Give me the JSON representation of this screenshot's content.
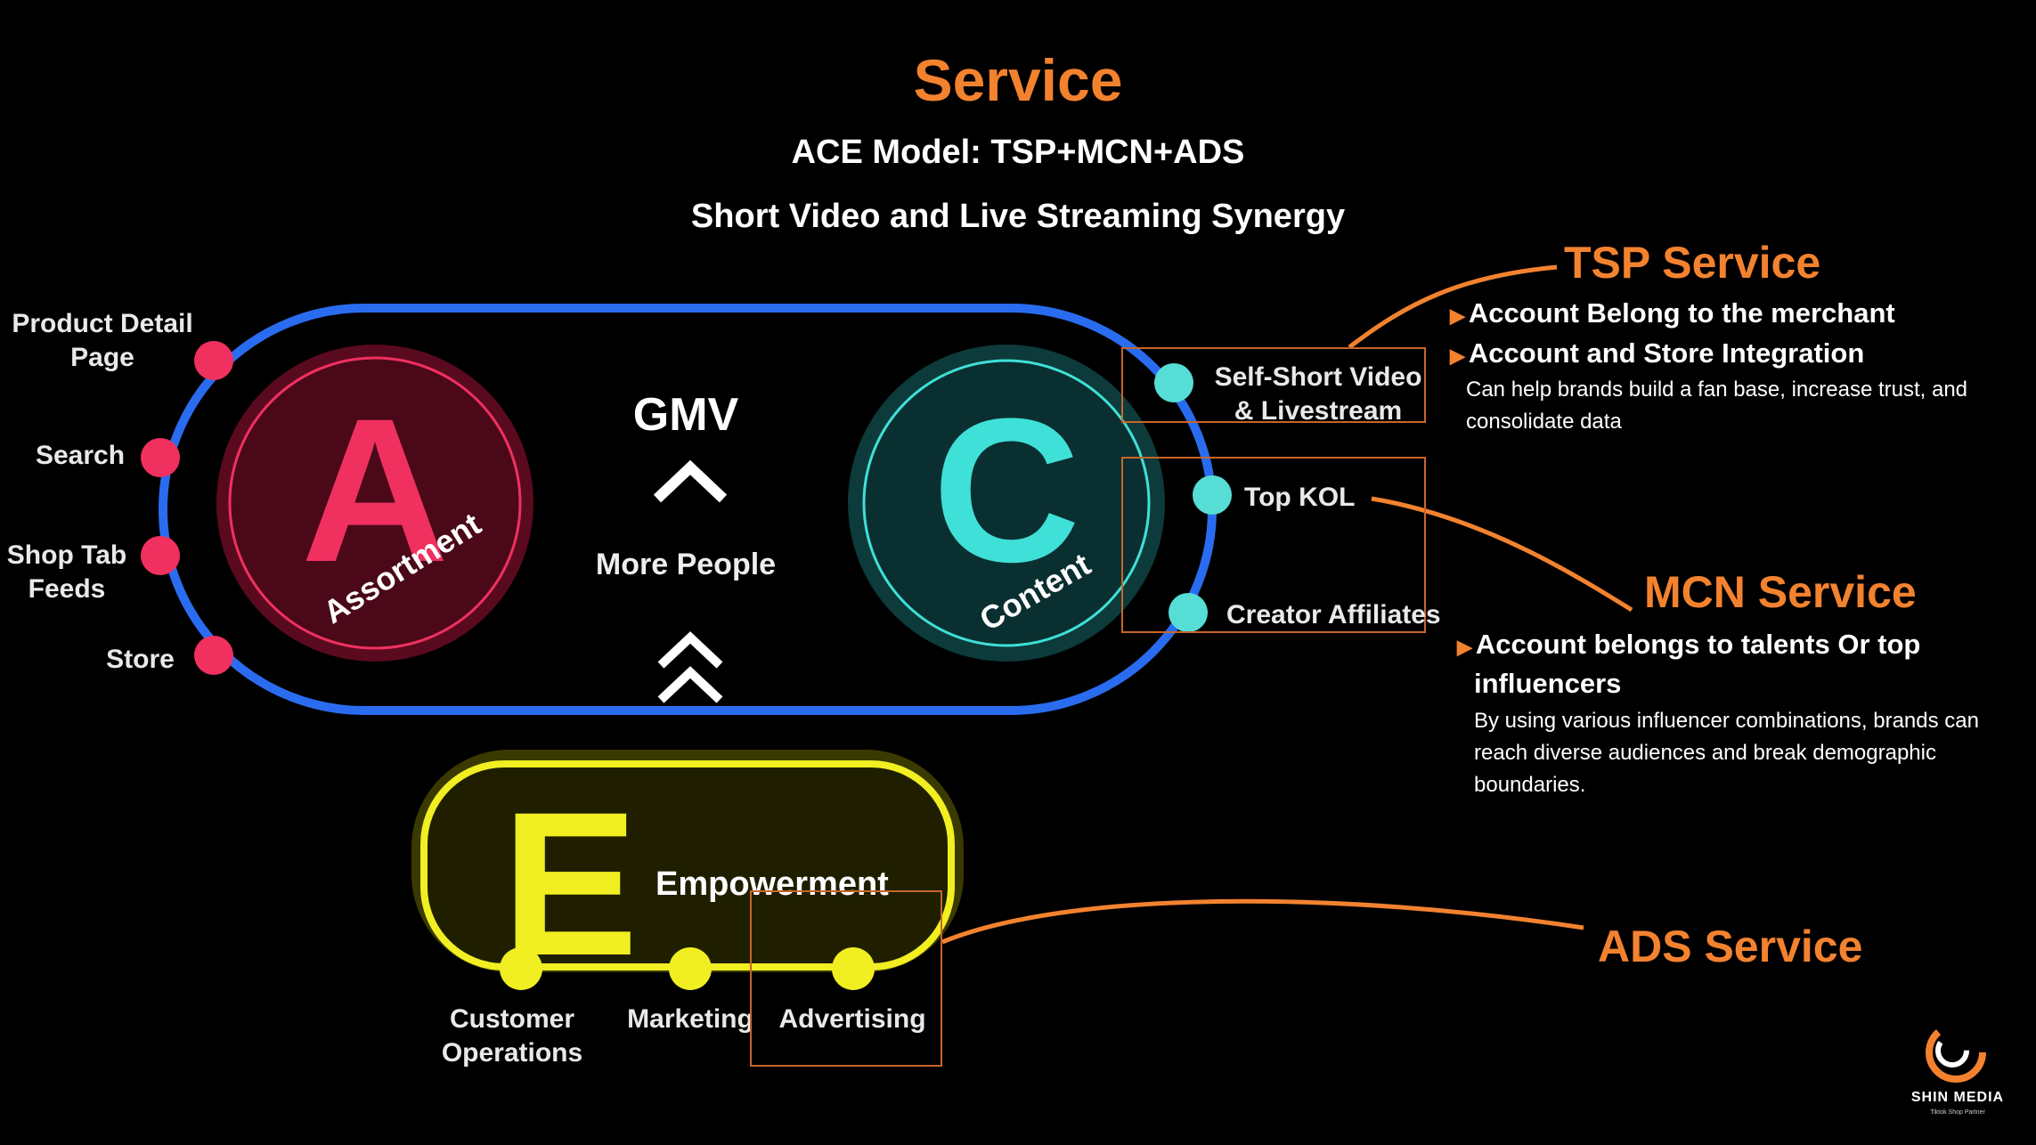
{
  "header": {
    "title": "Service",
    "subtitle_1": "ACE Model: TSP+MCN+ADS",
    "subtitle_2": "Short Video and Live Streaming Synergy"
  },
  "assortment": {
    "letter": "A",
    "word": "Assortment",
    "channels": [
      "Product Detail Page",
      "Search",
      "Shop Tab Feeds",
      "Store"
    ],
    "color": "#f0305f"
  },
  "center": {
    "gmv": "GMV",
    "more_people": "More People"
  },
  "content": {
    "letter": "C",
    "word": "Content",
    "channels": [
      "Self-Short Video & Livestream",
      "Top KOL",
      "Creator Affiliates"
    ],
    "color": "#3fe0d8"
  },
  "empowerment": {
    "letter": "E",
    "word": "Empowerment",
    "channels": [
      "Customer Operations",
      "Marketing",
      "Advertising"
    ],
    "color": "#f1ee22"
  },
  "tsp": {
    "title": "TSP Service",
    "bullets": [
      "Account Belong to the merchant",
      "Account and Store Integration"
    ],
    "desc_line1": "Can help brands build a fan base, increase trust, and",
    "desc_line2": "consolidate data"
  },
  "mcn": {
    "title": "MCN Service",
    "bullet_line1": "Account belongs to talents Or top",
    "bullet_line2": "influencers",
    "desc_line1": "By using various influencer combinations, brands can",
    "desc_line2": "reach diverse audiences and break demographic",
    "desc_line3": "boundaries."
  },
  "ads": {
    "title": "ADS Service"
  },
  "logo": {
    "name": "SHIN MEDIA",
    "tagline": "Tiktok Shop Partner"
  },
  "colors": {
    "accent": "#f3822f",
    "loop_blue": "#2a6cf0"
  }
}
